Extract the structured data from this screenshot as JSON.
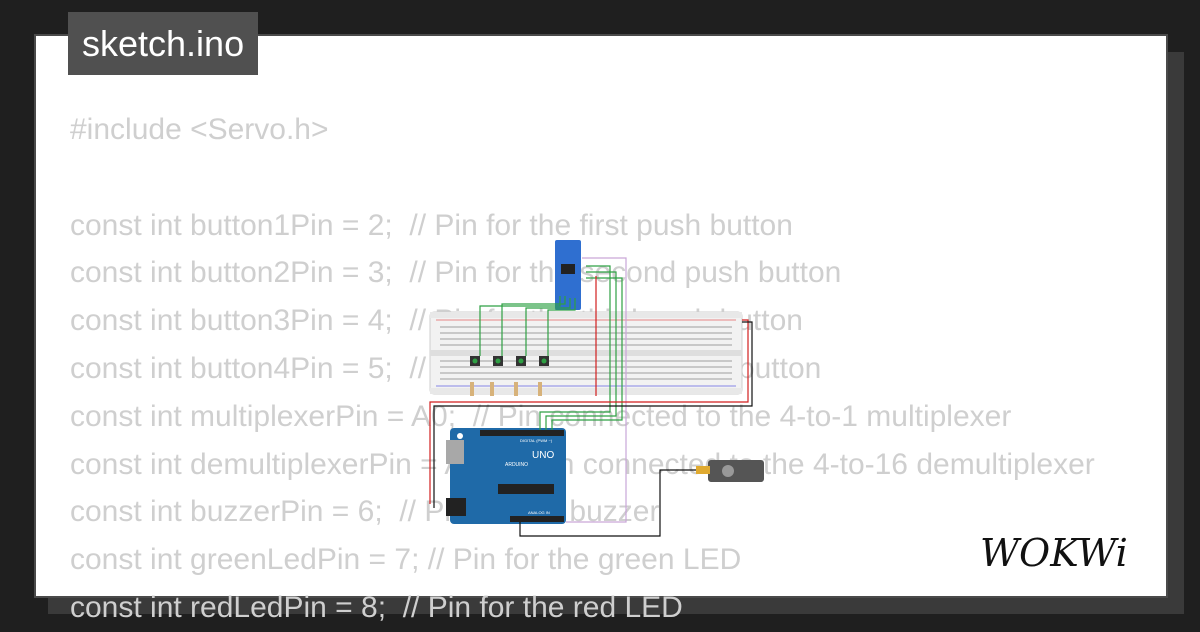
{
  "file_tab": {
    "name": "sketch.ino"
  },
  "code_lines": [
    "#include <Servo.h>",
    "",
    "const int button1Pin = 2;  // Pin for the first push button",
    "const int button2Pin = 3;  // Pin for the second push button",
    "const int button3Pin = 4;  // Pin for the third push button",
    "const int button4Pin = 5;  // Pin for the fourth push button",
    "const int multiplexerPin = A0;  // Pin connected to the 4-to-1 multiplexer",
    "const int demultiplexerPin = A1;  // Pin connected to the 4-to-16 demultiplexer",
    "const int buzzerPin = 6;  // Pin for the buzzer",
    "const int greenLedPin = 7; // Pin for the green LED",
    "const int redLedPin = 8;  // Pin for the red LED"
  ],
  "diagram": {
    "board_label": "UNO",
    "board_sublabel": "ARDUINO",
    "digital_header": "DIGITAL (PWM ~)",
    "analog_header": "ANALOG IN"
  },
  "logo": {
    "text": "WOKWi"
  },
  "colors": {
    "background": "#1f1f1f",
    "card": "#ffffff",
    "code_text": "#cfcfcf",
    "tab": "#505050",
    "arduino": "#1f6aa8",
    "wire_green": "#2ea043",
    "wire_red": "#d21f1f",
    "wire_black": "#111111",
    "wire_violet": "#c9a6d8"
  }
}
